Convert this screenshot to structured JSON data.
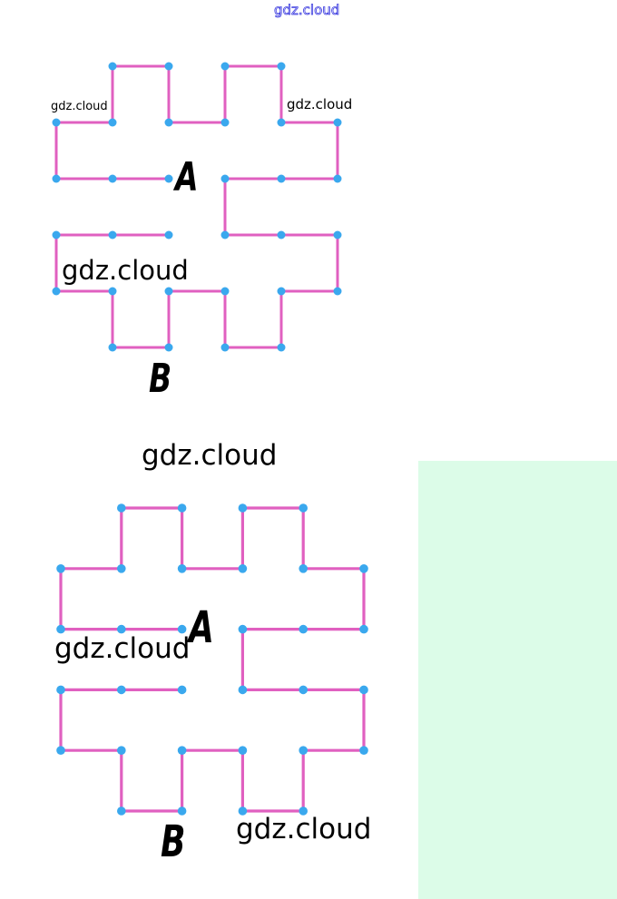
{
  "colors": {
    "line": "#e060c0",
    "dot": "#3aa8ee",
    "panel": "#dcfce8"
  },
  "figure_top": {
    "label_a": "A",
    "label_b": "B"
  },
  "figure_bottom": {
    "label_a": "A",
    "label_b": "B"
  },
  "watermarks": [
    "gdz.cloud",
    "gdz.cloud",
    "gdz.cloud",
    "gdz.cloud",
    "gdz.cloud",
    "gdz.cloud",
    "gdz.cloud"
  ]
}
